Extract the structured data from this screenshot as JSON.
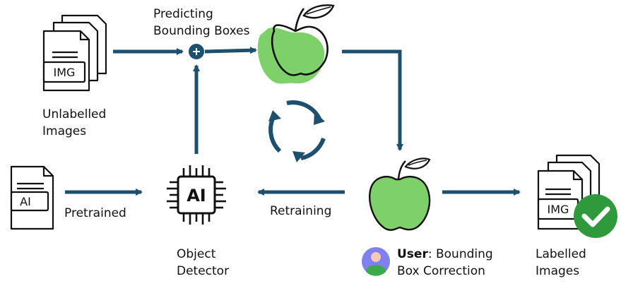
{
  "labels": {
    "predicting_line1": "Predicting",
    "predicting_line2": "Bounding Boxes",
    "unlabelled_line1": "Unlabelled",
    "unlabelled_line2": "Images",
    "pretrained": "Pretrained",
    "retraining": "Retraining",
    "object_line1": "Object",
    "object_line2": "Detector",
    "user_bold": "User",
    "user_rest": ": Bounding",
    "user_line2": "Box Correction",
    "labelled_line1": "Labelled",
    "labelled_line2": "Images"
  },
  "icon_text": {
    "img_top": "IMG",
    "ai_doc": "AI",
    "chip": "AI",
    "img_labelled": "IMG"
  },
  "icons": [
    "document-stack-icon",
    "plus-node-icon",
    "apple-icon",
    "cycle-arrows-icon",
    "ai-chip-icon",
    "user-avatar-icon",
    "check-badge-icon"
  ],
  "colors": {
    "arrow": "#1d4f6e",
    "apple_fill": "#7ed06a",
    "check_green": "#2e9a3c",
    "avatar_bg": "#8080ee",
    "avatar_body": "#3aaa4a",
    "avatar_head": "#f5c9b5"
  }
}
